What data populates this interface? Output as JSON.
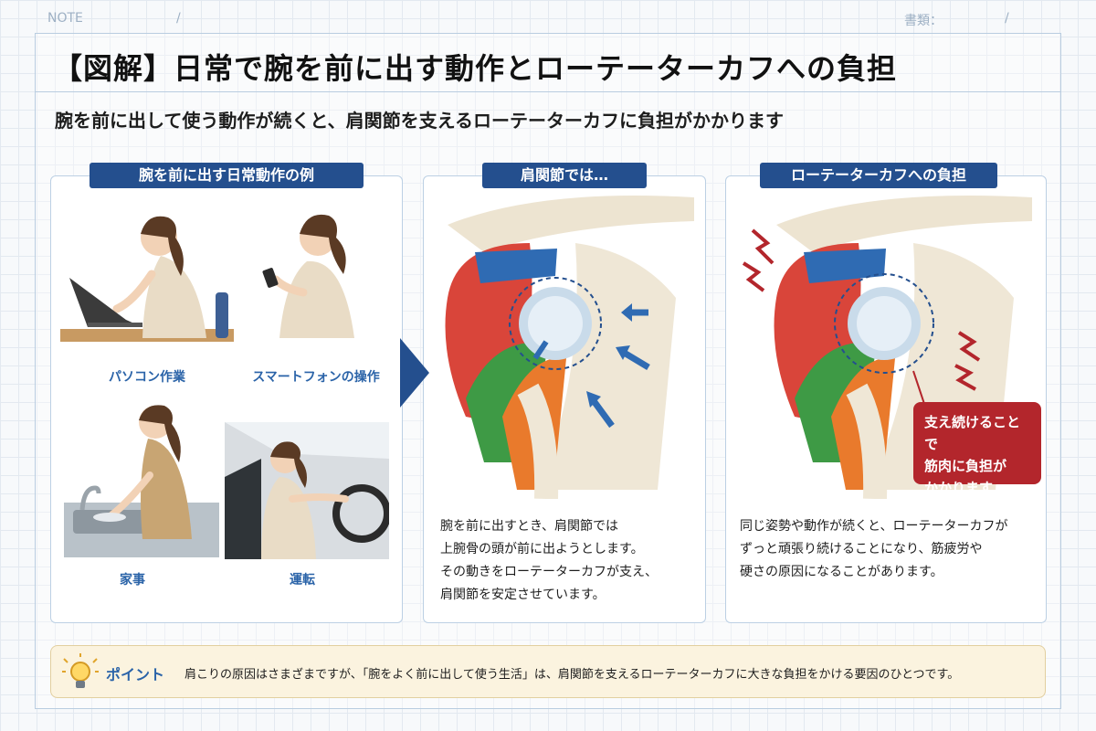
{
  "header": {
    "note": "NOTE",
    "slash": "/",
    "doc_label": "書類："
  },
  "title": "【図解】日常で腕を前に出す動作とローテーターカフへの負担",
  "subtitle": "腕を前に出して使う動作が続くと、肩関節を支えるローテーターカフに負担がかかります",
  "panels": [
    {
      "tag": "腕を前に出す日常動作の例",
      "scenes": [
        {
          "caption": "パソコン作業",
          "icon": "laptop-work-illustration"
        },
        {
          "caption": "スマートフォンの操作",
          "icon": "smartphone-illustration"
        },
        {
          "caption": "家事",
          "icon": "dishwashing-illustration"
        },
        {
          "caption": "運転",
          "icon": "driving-illustration"
        }
      ]
    },
    {
      "tag": "肩関節では…",
      "lines": [
        "腕を前に出すとき、肩関節では",
        "上腕骨の頭が前に出ようとします。",
        "その動きをローテーターカフが支え、",
        "肩関節を安定させています。"
      ]
    },
    {
      "tag": "ローテーターカフへの負担",
      "lines": [
        "同じ姿勢や動作が続くと、ローテーターカフが",
        "ずっと頑張り続けることになり、筋疲労や",
        "硬さの原因になることがあります。"
      ],
      "callout": [
        "支え続けることで",
        "筋肉に負担が",
        "かかります"
      ]
    }
  ],
  "point": {
    "label": "ポイント",
    "text": "肩こりの原因はさまざまですが、「腕をよく前に出して使う生活」は、肩関節を支えるローテーターカフに大きな負担をかける要因のひとつです。",
    "icon": "lightbulb-icon"
  },
  "colors": {
    "accent": "#244f8e",
    "caption": "#2a63a8",
    "warning": "#b3262c",
    "muscle_red": "#d9453a",
    "muscle_green": "#3e9a45",
    "muscle_orange": "#e97a2c",
    "muscle_blue": "#2f6bb3"
  }
}
